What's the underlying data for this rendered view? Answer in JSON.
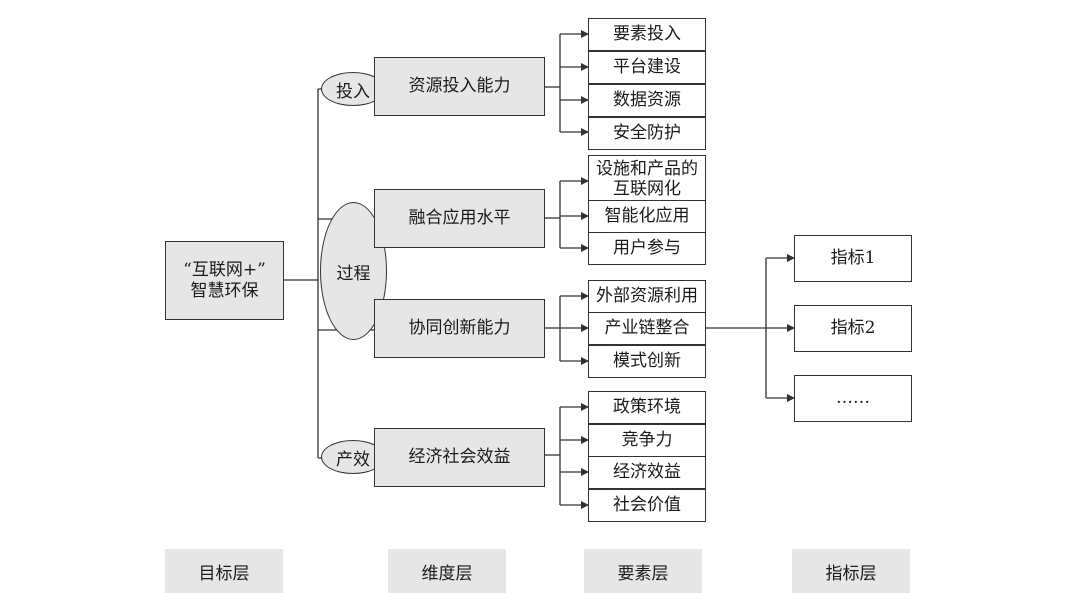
{
  "root": {
    "line1": "“互联网+”",
    "line2": "智慧环保"
  },
  "stages": {
    "input": "投入",
    "process": "过程",
    "output": "产效"
  },
  "dimensions": {
    "resource": "资源投入能力",
    "fusion": "融合应用水平",
    "innovation": "协同创新能力",
    "benefit": "经济社会效益"
  },
  "elements": {
    "resource": [
      "要素投入",
      "平台建设",
      "数据资源",
      "安全防护"
    ],
    "fusion": [
      "设施和产品的",
      "互联网化",
      "智能化应用",
      "用户参与"
    ],
    "innovation": [
      "外部资源利用",
      "产业链整合",
      "模式创新"
    ],
    "benefit": [
      "政策环境",
      "竞争力",
      "经济效益",
      "社会价值"
    ]
  },
  "indicators": [
    "指标1",
    "指标2",
    "……"
  ],
  "layers": [
    "目标层",
    "维度层",
    "要素层",
    "指标层"
  ]
}
